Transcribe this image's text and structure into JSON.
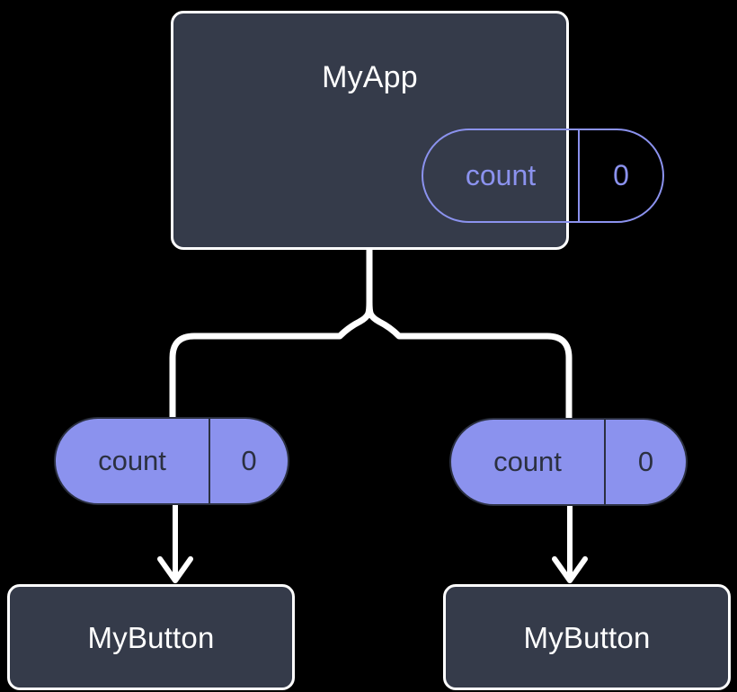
{
  "diagram": {
    "title_text": "MyApp",
    "background_color": "#000000",
    "node_fill_color": "#353b4a",
    "node_border_color": "#ffffff",
    "accent_color": "#8b92ee",
    "connector_color": "#ffffff",
    "dark_text_color": "#2b3040"
  },
  "root": {
    "label": "MyApp",
    "state": {
      "key": "count",
      "value": "0"
    }
  },
  "props": [
    {
      "key": "count",
      "value": "0"
    },
    {
      "key": "count",
      "value": "0"
    }
  ],
  "children": [
    {
      "label": "MyButton"
    },
    {
      "label": "MyButton"
    }
  ]
}
